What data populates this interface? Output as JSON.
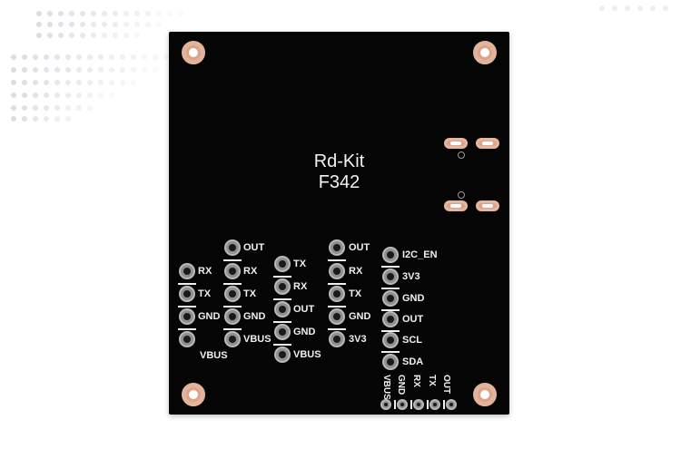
{
  "board": {
    "title_line1": "Rd-Kit",
    "title_line2": "F342",
    "colors": {
      "pcb": "#050505",
      "copper": "#d9a489",
      "silk": "#f0f0f0"
    }
  },
  "headers": {
    "a": [
      "RX",
      "TX",
      "GND",
      "VBUS"
    ],
    "b": [
      "OUT",
      "RX",
      "TX",
      "GND",
      "VBUS"
    ],
    "c": [
      "TX",
      "RX",
      "OUT",
      "GND",
      "VBUS"
    ],
    "d": [
      "OUT",
      "RX",
      "TX",
      "GND",
      "3V3"
    ],
    "e": [
      "I2C_EN",
      "3V3",
      "GND",
      "OUT",
      "SCL",
      "SDA"
    ],
    "f": [
      "VBUS",
      "GND",
      "RX",
      "TX",
      "OUT"
    ]
  }
}
